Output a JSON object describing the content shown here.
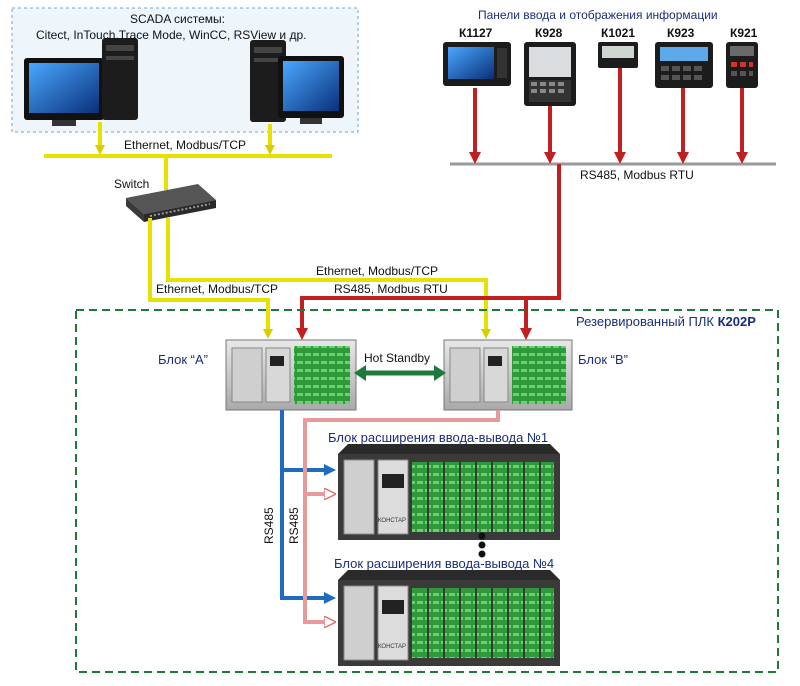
{
  "scada": {
    "title": "SCADA системы:",
    "systems": "Citect, InTouch,Trace Mode, WinCC, RSView и др."
  },
  "panels": {
    "title": "Панели ввода и отображения информации",
    "items": [
      "К1127",
      "К928",
      "К1021",
      "К923",
      "К921"
    ]
  },
  "networks": {
    "ethernet_top": "Ethernet, Modbus/TCP",
    "switch": "Switch",
    "rs485_panels": "RS485,  Modbus RTU",
    "ethernet_to_b": "Ethernet, Modbus/TCP",
    "ethernet_to_a": "Ethernet, Modbus/TCP",
    "rs485_mid": "RS485,  Modbus RTU",
    "hot_standby": "Hot Standby",
    "rs485_a": "RS485",
    "rs485_b": "RS485"
  },
  "plc": {
    "title_prefix": "Резервированный ПЛК ",
    "title_model": "К202Р",
    "block_a": "Блок “А”",
    "block_b": "Блок “В”",
    "io_1": "Блок расширения ввода-вывода №1",
    "io_4": "Блок расширения ввода-вывода №4",
    "brand": "КОНСТАР"
  }
}
